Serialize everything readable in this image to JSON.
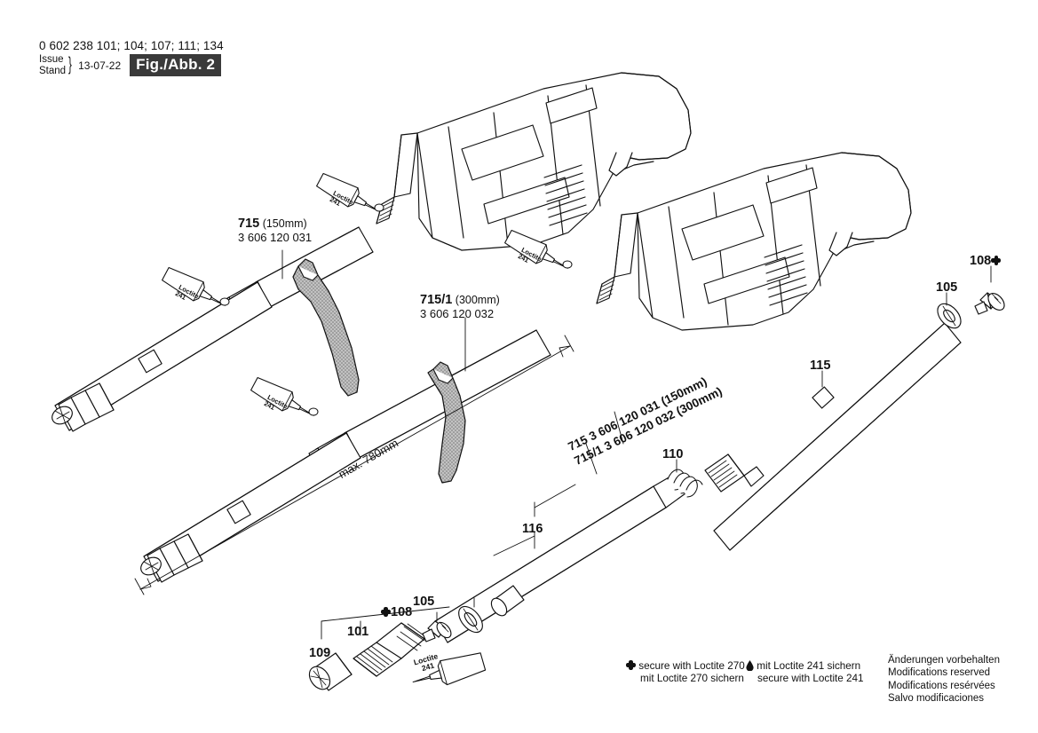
{
  "header": {
    "code": "0 602 238 101; 104; 107; 111; 134",
    "issue_label_en": "Issue",
    "issue_label_de": "Stand",
    "brace": "}",
    "date": "13-07-22",
    "figure": "Fig./Abb. 2"
  },
  "callouts": {
    "wrench_150_num": "715",
    "wrench_150_size": "(150mm)",
    "wrench_150_part": "3 606 120 031",
    "wrench_300_num": "715/1",
    "wrench_300_size": "(300mm)",
    "wrench_300_part": "3 606 120 032",
    "max_length": "max. 780mm",
    "shaft_wrench_row1": "715    3 606 120 031 (150mm)",
    "shaft_wrench_row2": "715/1 3 606 120 032 (300mm)",
    "n101": "101",
    "n105": "105",
    "n105b": "105",
    "n108": "108",
    "n108b": "108",
    "n109": "109",
    "n110": "110",
    "n115": "115",
    "n116": "116"
  },
  "loctite": {
    "bottle_241_line1": "Loctite",
    "bottle_241_line2": "241"
  },
  "legend": {
    "loctite270_en": "secure with Loctite 270",
    "loctite270_de": "mit Loctite 270 sichern",
    "loctite241_de": "mit Loctite 241 sichern",
    "loctite241_en": "secure with Loctite 241",
    "symbol_270": "clover-icon",
    "symbol_241": "drop-icon"
  },
  "modifications": {
    "de": "Änderungen vorbehalten",
    "en": "Modifications reserved",
    "fr": "Modifications resérvées",
    "es": "Salvo modificaciones"
  },
  "colors": {
    "ink": "#111111",
    "wrench_fill": "#b9b9b9",
    "fig_box_bg": "#3a3a3a",
    "paper": "#ffffff"
  }
}
